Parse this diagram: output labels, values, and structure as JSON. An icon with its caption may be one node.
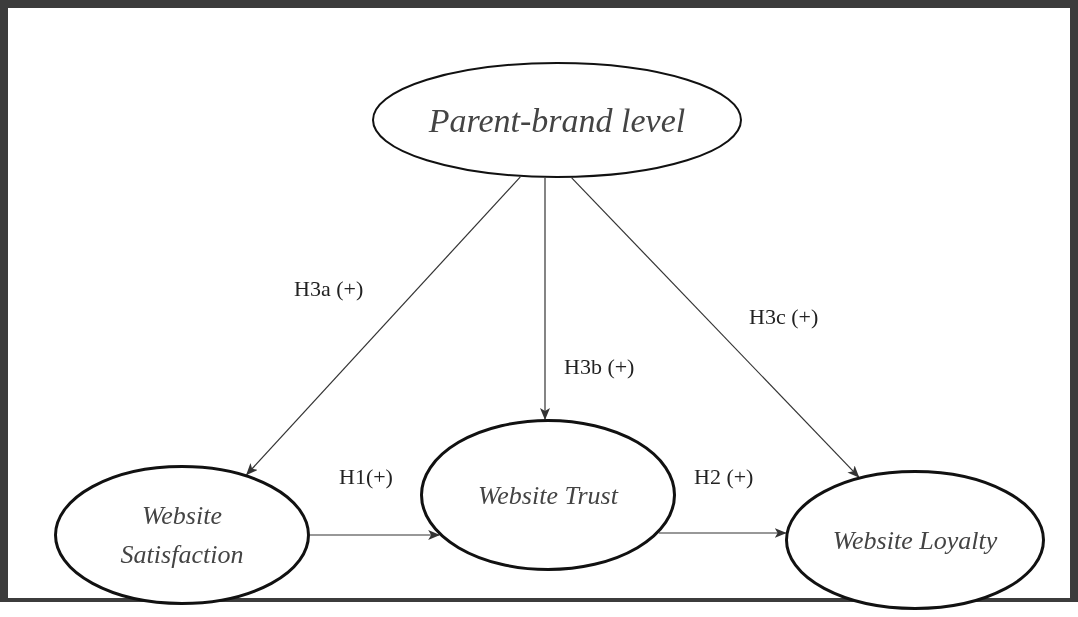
{
  "diagram": {
    "nodes": [
      {
        "text": [
          "Parent-brand level"
        ]
      },
      {
        "text": [
          "Website Satisfaction"
        ]
      },
      {
        "text": [
          "Website Trust"
        ]
      },
      {
        "text": [
          "Website Loyalty"
        ]
      }
    ],
    "edges": [
      {
        "from": 0,
        "to": 1,
        "arrow": "to",
        "label": "H3a (+)"
      },
      {
        "from": 0,
        "to": 2,
        "arrow": "to",
        "label": "H3b (+)"
      },
      {
        "from": 0,
        "to": 3,
        "arrow": "to",
        "label": "H3c (+)"
      },
      {
        "from": 1,
        "to": 2,
        "arrow": "to",
        "label": "H1(+)"
      },
      {
        "from": 2,
        "to": 3,
        "arrow": "to",
        "label": "H2 (+)"
      }
    ]
  }
}
